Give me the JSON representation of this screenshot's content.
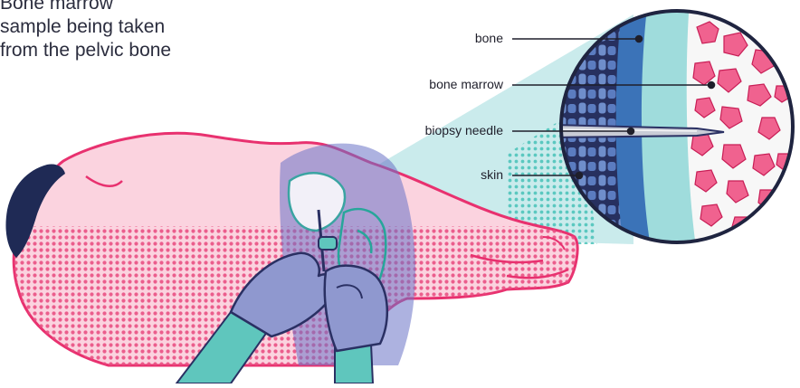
{
  "title_lines": [
    "Bone marrow",
    "sample being taken",
    "from the pelvic bone"
  ],
  "labels": {
    "bone": "bone",
    "bone_marrow": "bone marrow",
    "biopsy_needle": "biopsy needle",
    "skin": "skin"
  },
  "colors": {
    "skin_fill": "#fbd3df",
    "skin_outline": "#e8316f",
    "dots": "#e8497e",
    "glove": "#8f98cf",
    "glove_outline": "#2a3063",
    "sleeve": "#5fc6bd",
    "hair": "#1f2a55",
    "bone_tissue": "#9fdcdc",
    "marrow_cell": "#f0628f",
    "bone_cell": "#6f8ecb",
    "lens_cone": "#b8e4e6",
    "highlight": "#6a72c7",
    "text": "#2b2d3e"
  }
}
